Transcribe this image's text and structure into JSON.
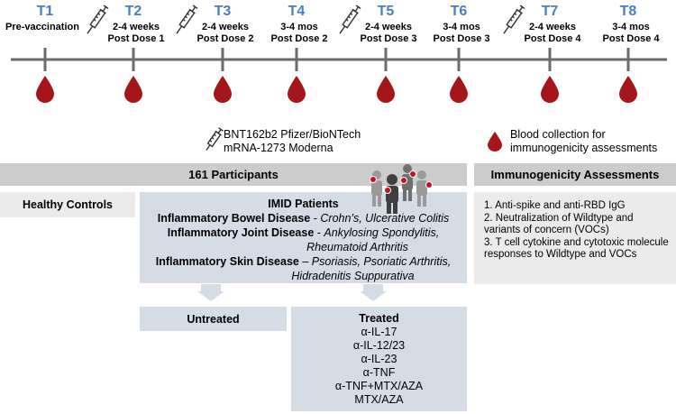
{
  "timepoints": [
    {
      "id": "T1",
      "line1": "Pre-vaccination",
      "line2": "",
      "syringe": false
    },
    {
      "id": "T2",
      "line1": "2-4 weeks",
      "line2": "Post Dose 1",
      "syringe": true
    },
    {
      "id": "T3",
      "line1": "2-4 weeks",
      "line2": "Post Dose 2",
      "syringe": true
    },
    {
      "id": "T4",
      "line1": "3-4 mos",
      "line2": "Post Dose 2",
      "syringe": false
    },
    {
      "id": "T5",
      "line1": "2-4 weeks",
      "line2": "Post Dose 3",
      "syringe": true
    },
    {
      "id": "T6",
      "line1": "3-4 mos",
      "line2": "Post Dose 3",
      "syringe": false
    },
    {
      "id": "T7",
      "line1": "2-4 weeks",
      "line2": "Post Dose 4",
      "syringe": true
    },
    {
      "id": "T8",
      "line1": "3-4 mos",
      "line2": "Post Dose 4",
      "syringe": false
    }
  ],
  "legend": {
    "vaccine_1": "BNT162b2 Pfizer/BioNTech",
    "vaccine_2": "mRNA-1273 Moderna",
    "blood_1": "Blood collection for",
    "blood_2": "immunogenicity assessments"
  },
  "participants": {
    "header": "161 Participants",
    "healthy": "Healthy Controls",
    "imid_title": "IMID Patients",
    "groups": [
      {
        "name": "Inflammatory Bowel Disease",
        "sep": " - ",
        "detail": "Crohn’s, Ulcerative Colitis",
        "detail2": ""
      },
      {
        "name": "Inflammatory Joint Disease",
        "sep": " - ",
        "detail": "Ankylosing Spondylitis,",
        "detail2": "Rheumatoid Arthritis"
      },
      {
        "name": "Inflammatory Skin Disease",
        "sep": " – ",
        "detail": "Psoriasis, Psoriatic Arthritis,",
        "detail2": "Hidradenitis Suppurativa"
      }
    ],
    "untreated": "Untreated",
    "treated_title": "Treated",
    "treatments": [
      "α-IL-17",
      "α-IL-12/23",
      "α-IL-23",
      "α-TNF",
      "α-TNF+MTX/AZA",
      "MTX/AZA"
    ]
  },
  "immunogenicity": {
    "header": "Immunogenicity Assessments",
    "items": [
      "1. Anti-spike and anti-RBD IgG",
      "2. Neutralization of Wildtype and variants of concern (VOCs)",
      "3. T cell cytokine and cytotoxic molecule responses to Wildtype and VOCs"
    ]
  },
  "colors": {
    "timepoint_label": "#4a7cc7",
    "blood_drop": "#a4161a",
    "timeline": "#6b6b6b",
    "header_gray": "#cccccc",
    "box_blue": "#d6dce6",
    "box_gray": "#ebebeb"
  },
  "icons": {
    "vaccine": "syringe-icon",
    "blood": "blood-drop-icon",
    "people": "people-group-icon"
  }
}
